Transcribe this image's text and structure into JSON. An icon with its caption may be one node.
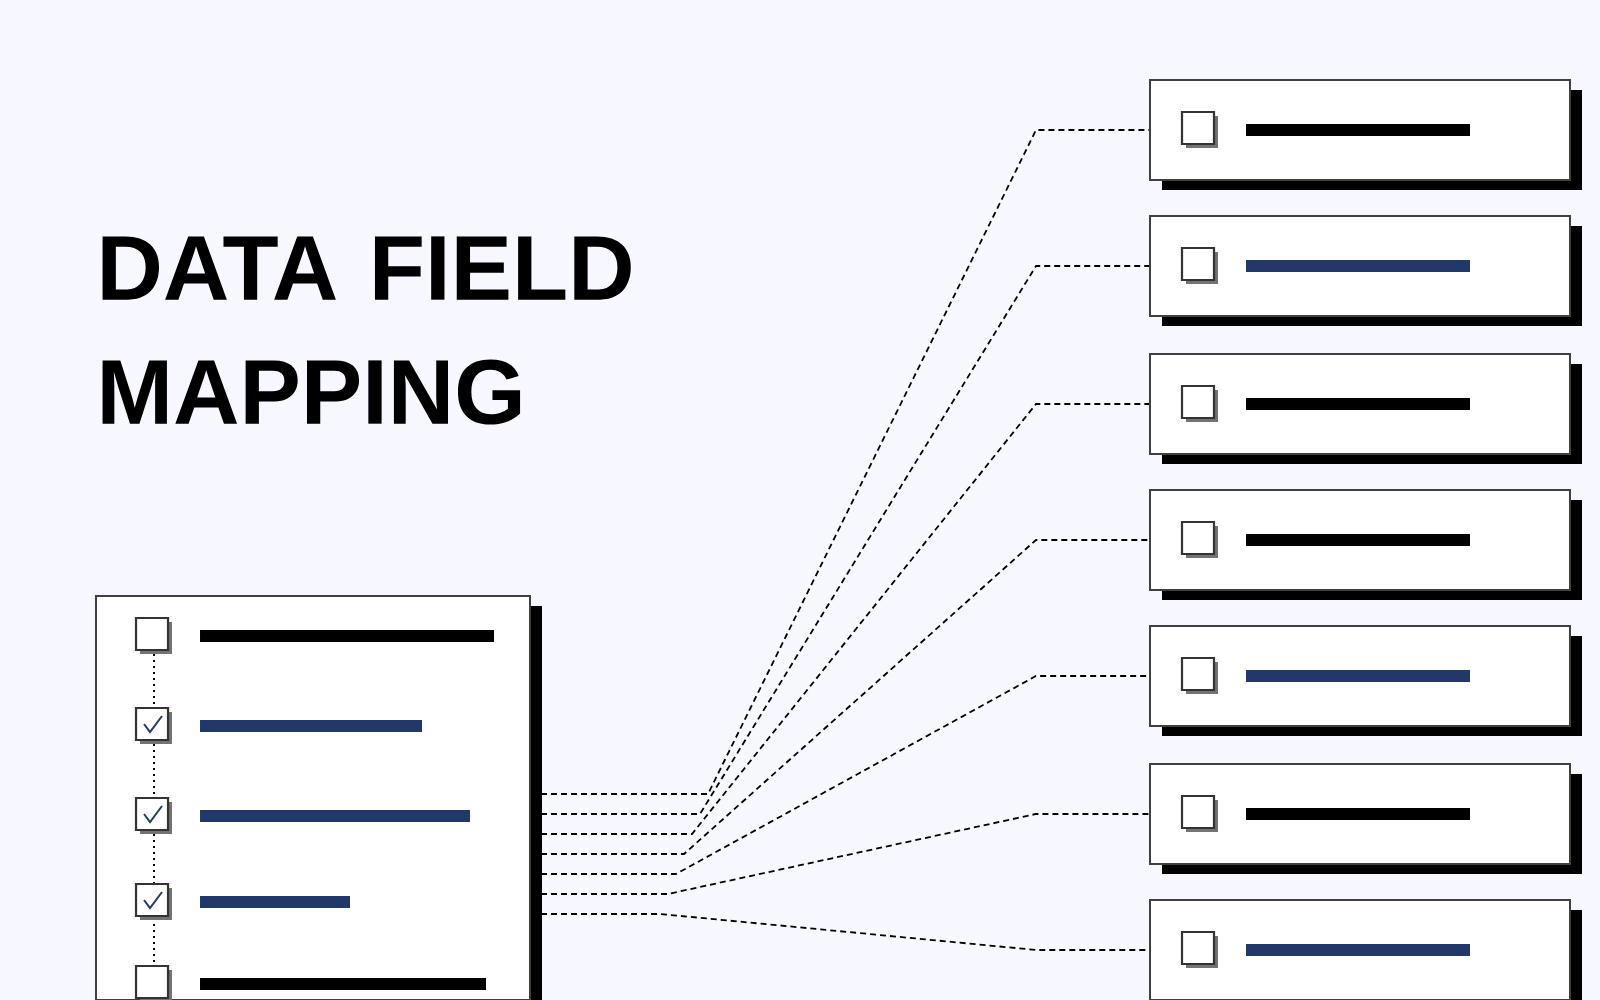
{
  "diagram": {
    "title": "DATA FIELD MAPPING",
    "nodes": [
      {
        "text": [],
        "shape": "box"
      },
      {
        "text": [],
        "shape": "box"
      },
      {
        "text": [],
        "shape": "box"
      },
      {
        "text": [],
        "shape": "box"
      },
      {
        "text": [],
        "shape": "box"
      },
      {
        "text": [],
        "shape": "box"
      },
      {
        "text": [],
        "shape": "box"
      },
      {
        "text": [],
        "shape": "box"
      }
    ],
    "edges": [
      {
        "from": 0,
        "to": 1,
        "arrow": "none",
        "style": "dashed"
      },
      {
        "from": 0,
        "to": 2,
        "arrow": "none",
        "style": "dashed"
      },
      {
        "from": 0,
        "to": 3,
        "arrow": "none",
        "style": "dashed"
      },
      {
        "from": 0,
        "to": 4,
        "arrow": "none",
        "style": "dashed"
      },
      {
        "from": 0,
        "to": 5,
        "arrow": "none",
        "style": "dashed"
      },
      {
        "from": 0,
        "to": 6,
        "arrow": "none",
        "style": "dashed"
      },
      {
        "from": 0,
        "to": 7,
        "arrow": "none",
        "style": "dashed"
      }
    ]
  }
}
